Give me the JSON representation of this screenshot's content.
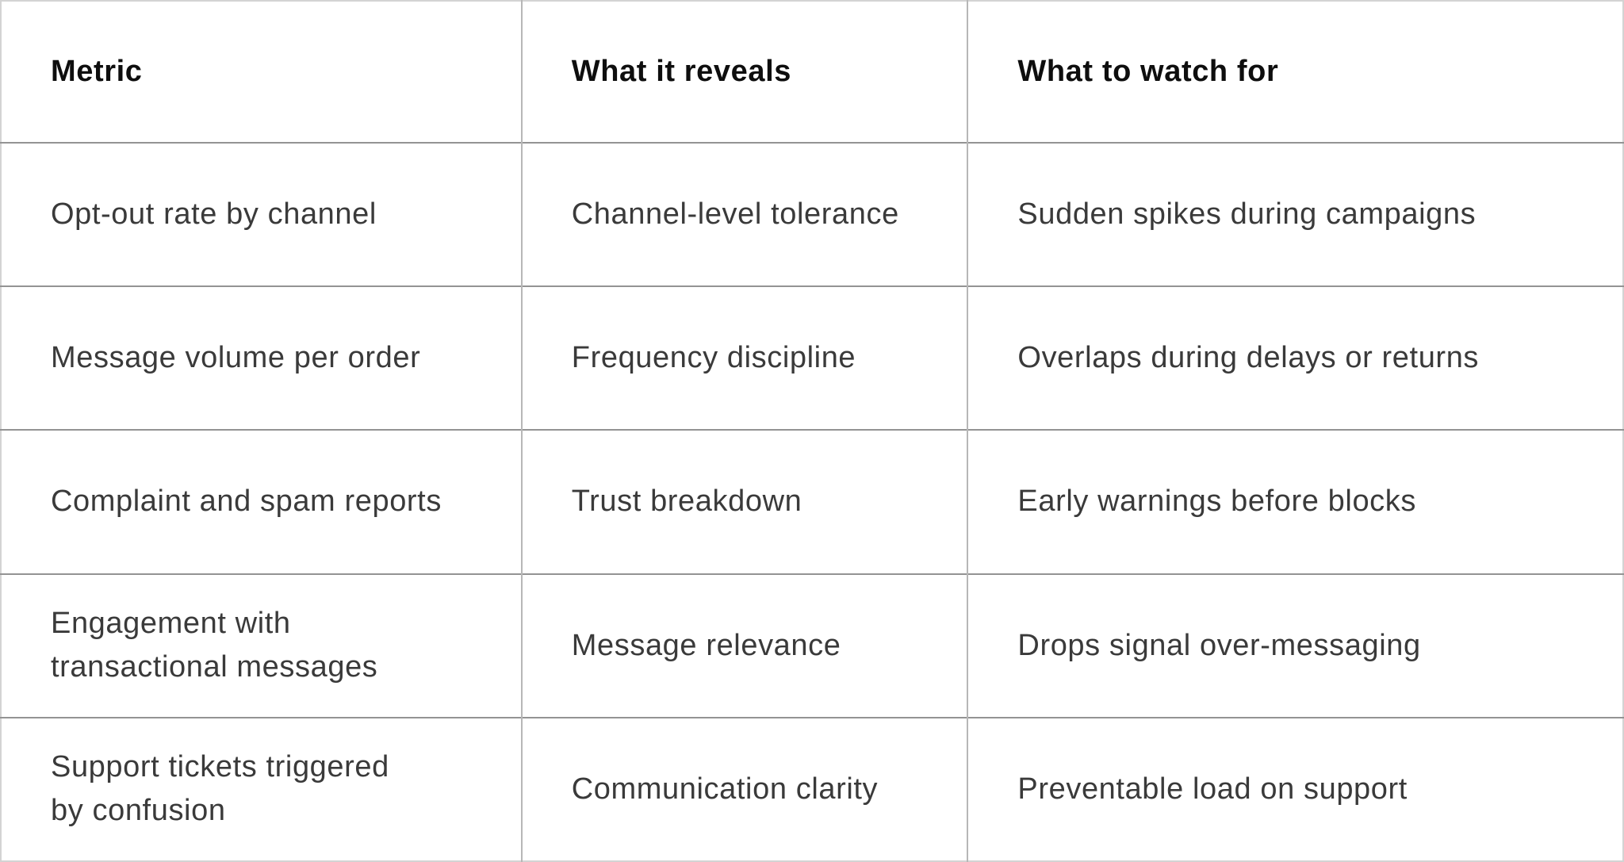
{
  "table": {
    "columns": [
      "Metric",
      "What it reveals",
      "What to watch for"
    ],
    "rows": [
      [
        "Opt-out rate by channel",
        "Channel-level tolerance",
        "Sudden spikes during campaigns"
      ],
      [
        "Message volume per order",
        "Frequency discipline",
        "Overlaps during delays or returns"
      ],
      [
        "Complaint and spam reports",
        "Trust breakdown",
        "Early warnings before blocks"
      ],
      [
        "Engagement with\ntransactional messages",
        "Message relevance",
        "Drops signal over-messaging"
      ],
      [
        "Support tickets triggered\nby confusion",
        "Communication clarity",
        "Preventable load on support"
      ]
    ]
  },
  "colors": {
    "background": "#ffffff",
    "outer_border": "#d3d3d3",
    "column_border": "#b7b7b7",
    "row_border": "#939393",
    "header_text": "#0e0e0e",
    "body_text": "#3a3a3a"
  }
}
